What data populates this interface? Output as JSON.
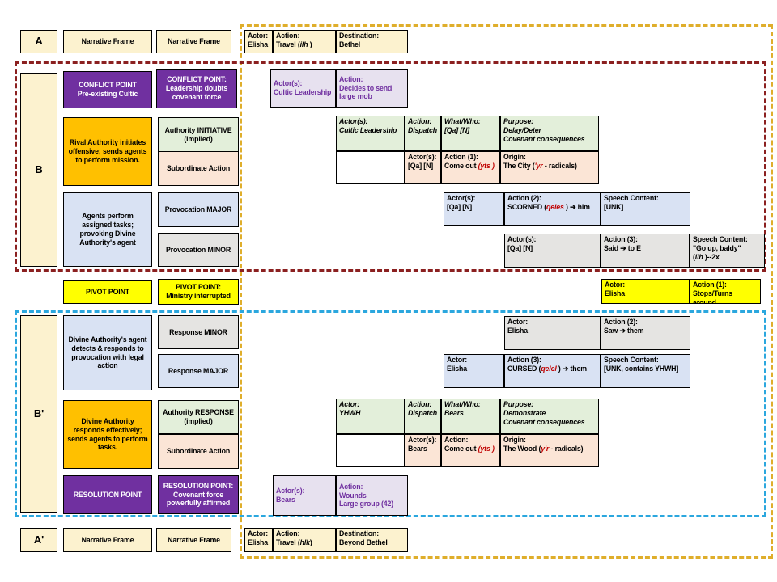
{
  "colors": {
    "cream": "#FCF2CF",
    "purple": "#7030A0",
    "orange": "#FFC000",
    "green": "#E3EFDA",
    "peach": "#FBE5D6",
    "light_blue": "#D9E2F3",
    "gray": "#E5E4E2",
    "lavender": "#E7E1EF",
    "yellow": "#FFFF00",
    "root_red": "#C00000",
    "frame_gold": "#DFAE2B",
    "frame_dark_red": "#8B2020",
    "frame_blue": "#2BA7DE"
  },
  "row_a": {
    "label": "A",
    "nf1": "Narrative Frame",
    "nf2": "Narrative Frame",
    "travel": {
      "actor_label": "Actor:",
      "actor": "Elisha",
      "action_label": "Action:",
      "action_pre": "Travel (",
      "action_root": "ilh",
      "action_post": " )",
      "dest_label": "Destination:",
      "dest": "Bethel"
    }
  },
  "section_b": {
    "label": "B",
    "conflict_left": {
      "line1": "CONFLICT POINT",
      "line2": "Pre-existing Cultic"
    },
    "conflict_right": {
      "line1": "CONFLICT POINT:",
      "line2": "Leadership doubts",
      "line3": "covenant force"
    },
    "cultic": {
      "actor_label": "Actor(s):",
      "actor": "Cultic Leadership",
      "action_label": "Action:",
      "action": "Decides to send large mob"
    },
    "rival": "Rival Authority initiates offensive; sends agents to perform mission.",
    "authority_initiative": {
      "line1": "Authority INITIATIVE",
      "line2": "(implied)"
    },
    "subordinate_action": "Subordinate Action",
    "dispatch": {
      "header": {
        "actor_label": "Actor(s):",
        "actor": "Cultic Leadership",
        "action_label": "Action:",
        "action": "Dispatch",
        "what_label": "What/Who:",
        "what": "[Qa] [N]",
        "purpose_label": "Purpose:",
        "purpose_line1": "Delay/Deter",
        "purpose_line2": "Covenant consequences"
      },
      "sub": {
        "actor_label": "Actor(s):",
        "actor": "[Qa] [N]",
        "action_label": "Action (1):",
        "action_pre": "Come out ",
        "action_root": "(yts )",
        "origin_label": "Origin:",
        "origin_pre": "The City (",
        "origin_root": "'yr",
        "origin_post": " -  radicals)"
      }
    },
    "agents": "Agents perform assigned tasks; provoking Divine Authority's agent",
    "provocation_major": "Provocation MAJOR",
    "provocation_minor": "Provocation MINOR",
    "scorned": {
      "actor_label": "Actor(s):",
      "actor": "[Qa] [N]",
      "action_label": "Action (2):",
      "action_pre": "SCORNED (",
      "action_root": "qeles",
      "action_post": " ) ➔ him",
      "speech_label": "Speech Content:",
      "speech": "[UNK]"
    },
    "said": {
      "actor_label": "Actor(s):",
      "actor": "[Qa] [N]",
      "action_label": "Action (3):",
      "action": "Said ➔ to E",
      "speech_label": "Speech Content:",
      "speech_line1": "\"Go up, baldy\"",
      "speech_pre": "(",
      "speech_root": "ilh",
      "speech_post": " )--2x"
    }
  },
  "pivot": {
    "left": "PIVOT POINT",
    "mid": {
      "line1": "PIVOT POINT:",
      "line2": "Ministry interrupted"
    },
    "actor_label": "Actor:",
    "actor": "Elisha",
    "action_label": "Action (1):",
    "action": "Stops/Turns around"
  },
  "section_b2": {
    "label": "B'",
    "detects": "Divine Authority's agent detects & responds to provocation with legal action",
    "response_minor": "Response MINOR",
    "response_major": "Response MAJOR",
    "saw": {
      "actor_label": "Actor:",
      "actor": "Elisha",
      "action_label": "Action (2):",
      "action": "Saw ➔ them"
    },
    "cursed": {
      "actor_label": "Actor:",
      "actor": "Elisha",
      "action_label": "Action (3):",
      "action_pre": "CURSED (",
      "action_root": "qelel",
      "action_post": " ) ➔ them",
      "speech_label": "Speech Content:",
      "speech": "[UNK, contains YHWH]"
    },
    "divine": "Divine Authority responds effectively; sends agents to perform tasks.",
    "authority_response": {
      "line1": "Authority RESPONSE",
      "line2": "(implied)"
    },
    "subordinate_action": "Subordinate Action",
    "dispatch": {
      "header": {
        "actor_label": "Actor:",
        "actor": "YHWH",
        "action_label": "Action:",
        "action": "Dispatch",
        "what_label": "What/Who:",
        "what": "Bears",
        "purpose_label": "Purpose:",
        "purpose_line1": "Demonstrate",
        "purpose_line2": "Covenant consequences"
      },
      "sub": {
        "actor_label": "Actor(s):",
        "actor": "Bears",
        "action_label": "Action:",
        "action_pre": "Come out ",
        "action_root": "(yts )",
        "origin_label": "Origin:",
        "origin_pre": "The Wood (",
        "origin_root": "y'r",
        "origin_post": " -  radicals)"
      }
    },
    "resolution_left": "RESOLUTION POINT",
    "resolution_right": {
      "line1": "RESOLUTION POINT:",
      "line2": "Covenant force",
      "line3": "powerfully affirmed"
    },
    "bears": {
      "actor_label": "Actor(s):",
      "actor": "Bears",
      "action_label": "Action:",
      "action_line1": "Wounds",
      "action_line2": "Large group (42)"
    }
  },
  "row_a2": {
    "label": "A'",
    "nf1": "Narrative Frame",
    "nf2": "Narrative Frame",
    "travel": {
      "actor_label": "Actor:",
      "actor": "Elisha",
      "action_label": "Action:",
      "action_pre": "Travel (",
      "action_root": "hlk",
      "action_post": ")",
      "dest_label": "Destination:",
      "dest": "Beyond Bethel"
    }
  }
}
